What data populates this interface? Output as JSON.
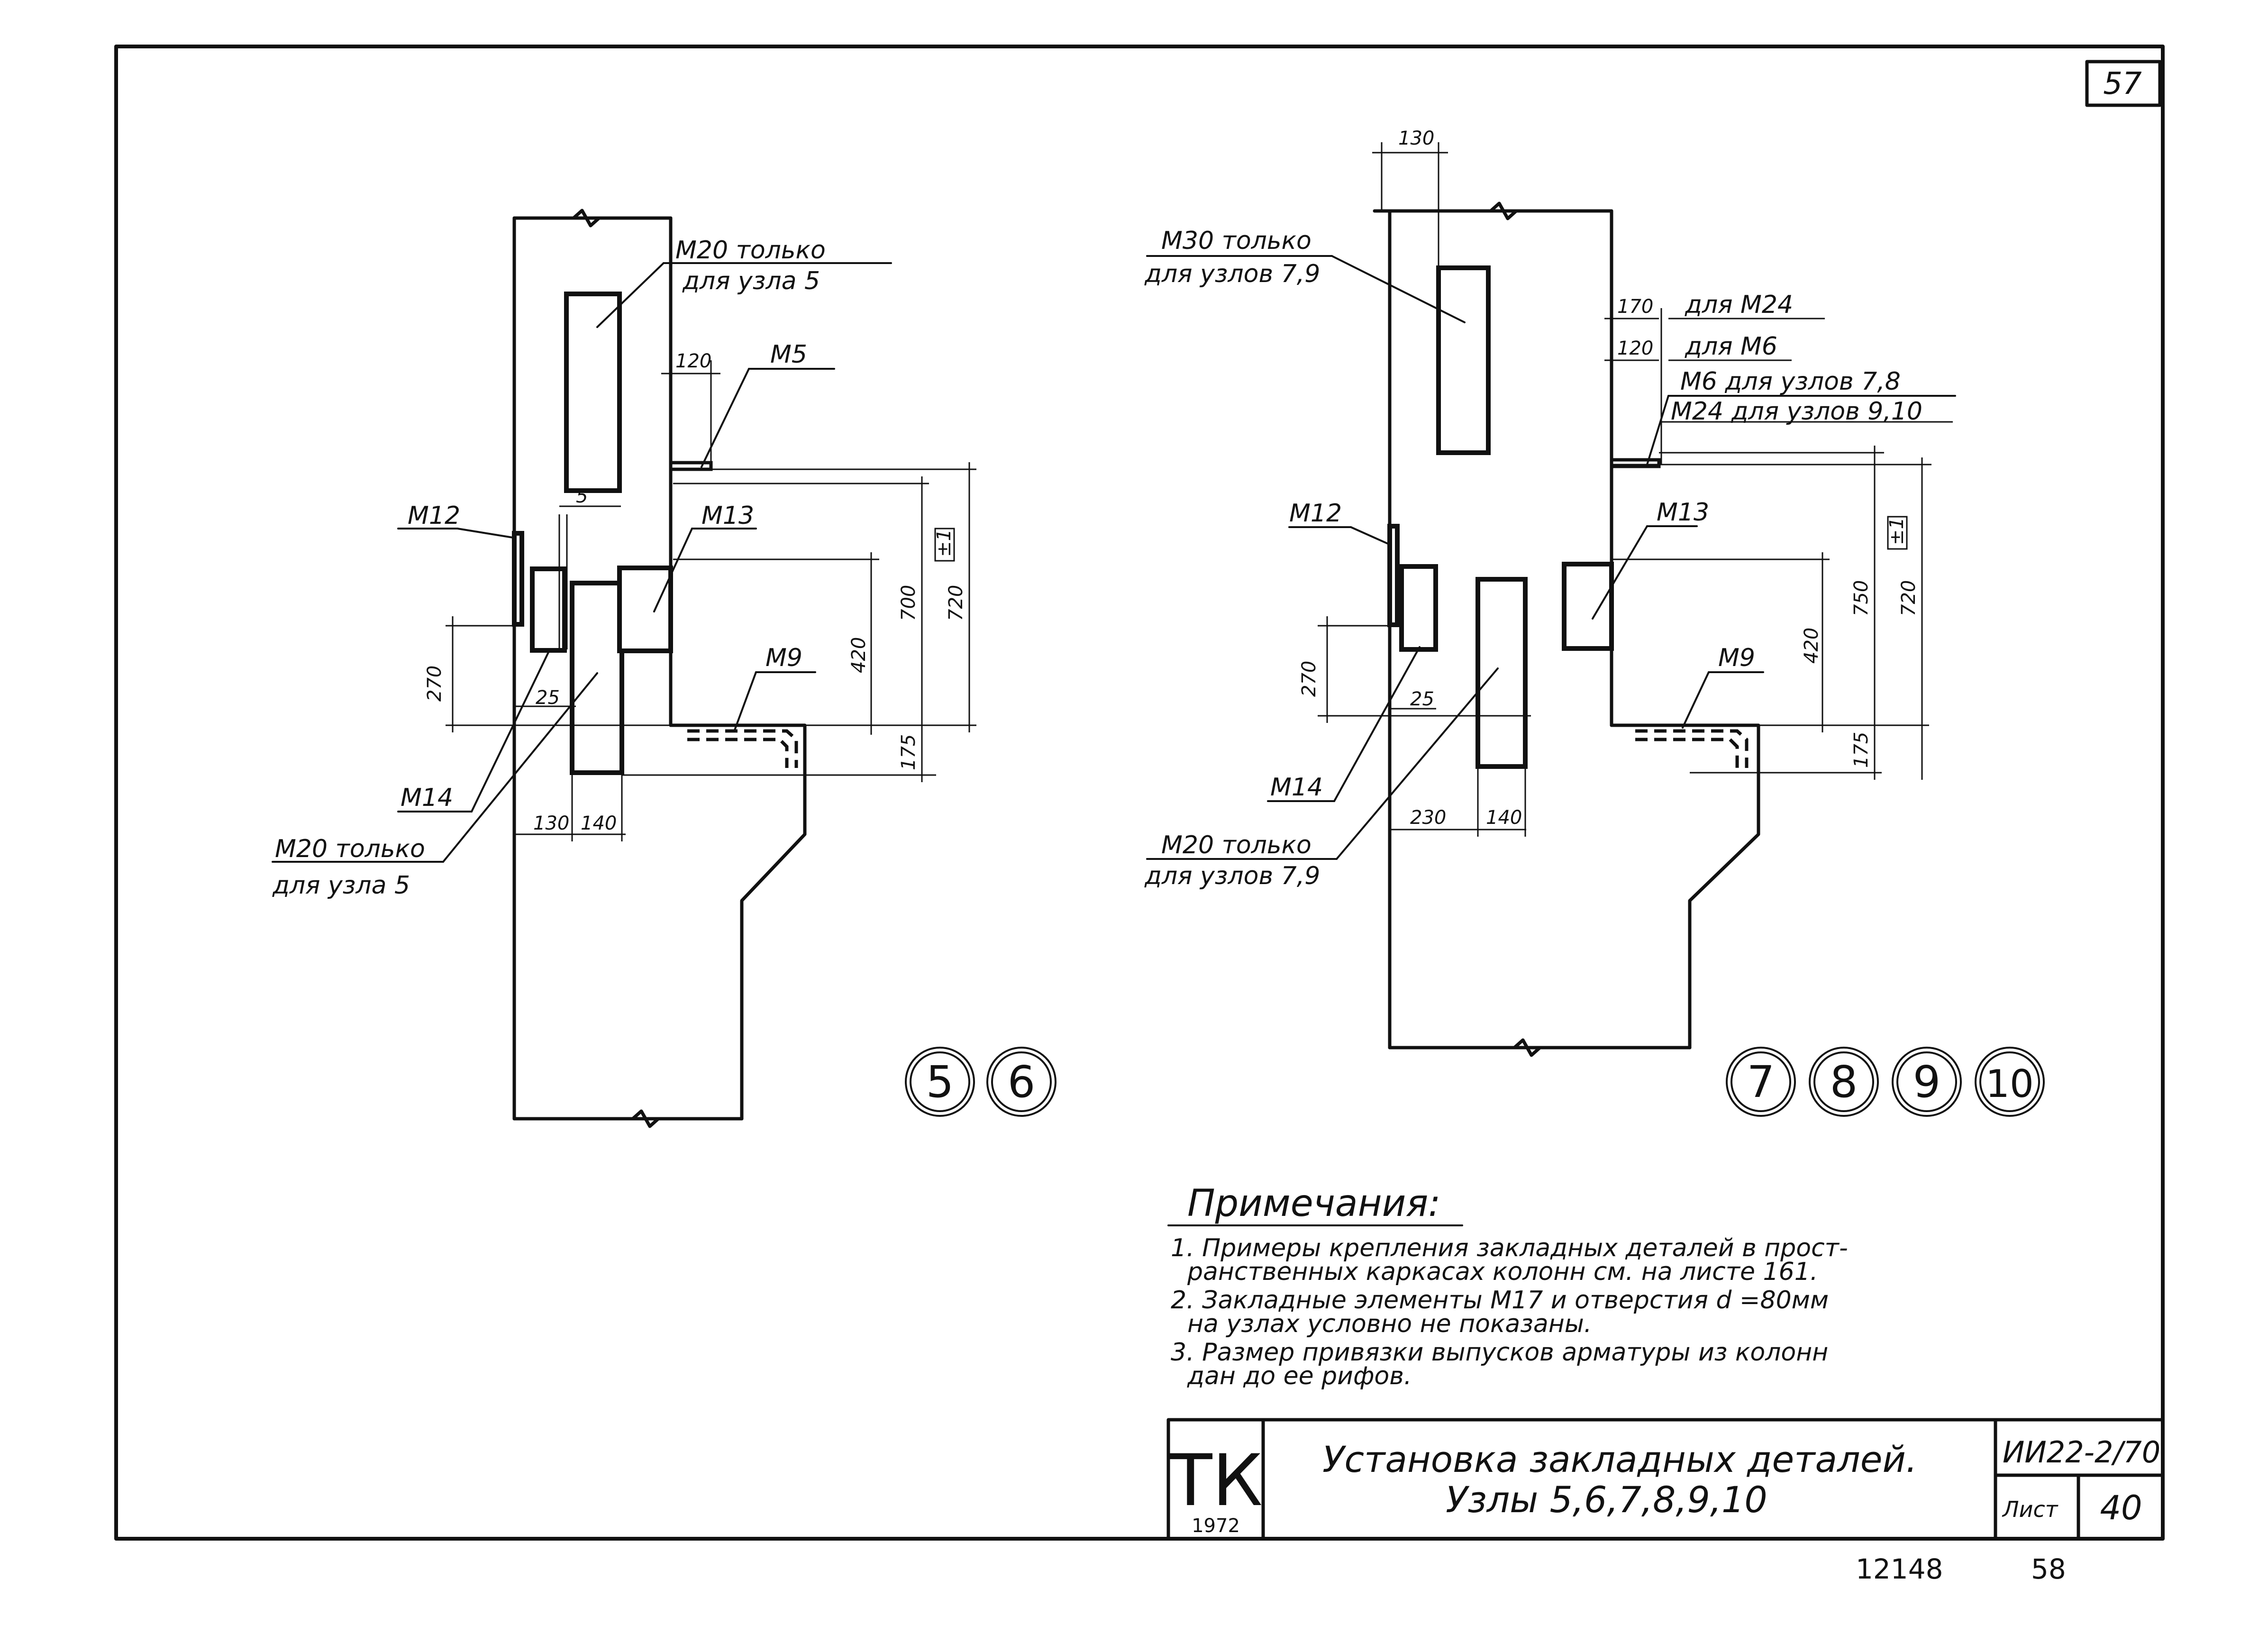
{
  "sheet_number": "57",
  "left_drawing": {
    "labels": {
      "m20_only_line1": "M20 только",
      "m20_only_line2": "для узла 5",
      "m5": "M5",
      "m12": "M12",
      "m13": "M13",
      "m9": "M9",
      "m14": "M14",
      "m20_only_bottom_line1": "M20 только",
      "m20_only_bottom_line2": "для узла 5"
    },
    "dims": {
      "d120": "120",
      "d5": "5",
      "d25": "25",
      "d270": "270",
      "d130": "130",
      "d140": "140",
      "d420": "420",
      "d700": "700",
      "d720": "720",
      "d175": "175",
      "tol": "±1"
    },
    "node_circles": [
      "5",
      "6"
    ]
  },
  "right_drawing": {
    "labels": {
      "m30_only_line1": "M30 только",
      "m30_only_line2": "для узлов 7,9",
      "for_m24": "для M24",
      "for_m6": "для M6",
      "m6_for_nodes": "M6 для узлов 7,8",
      "m24_for_nodes": "M24 для узлов 9,10",
      "m12": "M12",
      "m13": "M13",
      "m9": "M9",
      "m14": "M14",
      "m20_only_line1": "M20 только",
      "m20_only_line2": "для узлов 7,9"
    },
    "dims": {
      "d130": "130",
      "d170": "170",
      "d120": "120",
      "d25": "25",
      "d270": "270",
      "d230": "230",
      "d140": "140",
      "d420": "420",
      "d750": "750",
      "d720": "720",
      "d175": "175",
      "tol": "±1"
    },
    "node_circles": [
      "7",
      "8",
      "9",
      "10"
    ]
  },
  "notes": {
    "heading": "Примечания:",
    "line1": "1. Примеры крепления закладных деталей в прост-",
    "line2": "ранственных каркасах колонн см. на листе 161.",
    "line3": "2. Закладные элементы M17 и отверстия d =80мм",
    "line4": "на узлах условно не показаны.",
    "line5": "3. Размер привязки выпусков арматуры из колонн",
    "line6": "дан до ее рифов."
  },
  "title_block": {
    "logo": "ТК",
    "year": "1972",
    "title_line1": "Установка закладных деталей.",
    "title_line2": "Узлы 5,6,7,8,9,10",
    "code": "ИИ22-2/70",
    "sheet_label": "Лист",
    "sheet_value": "40"
  },
  "footer": {
    "number1": "12148",
    "number2": "58"
  }
}
